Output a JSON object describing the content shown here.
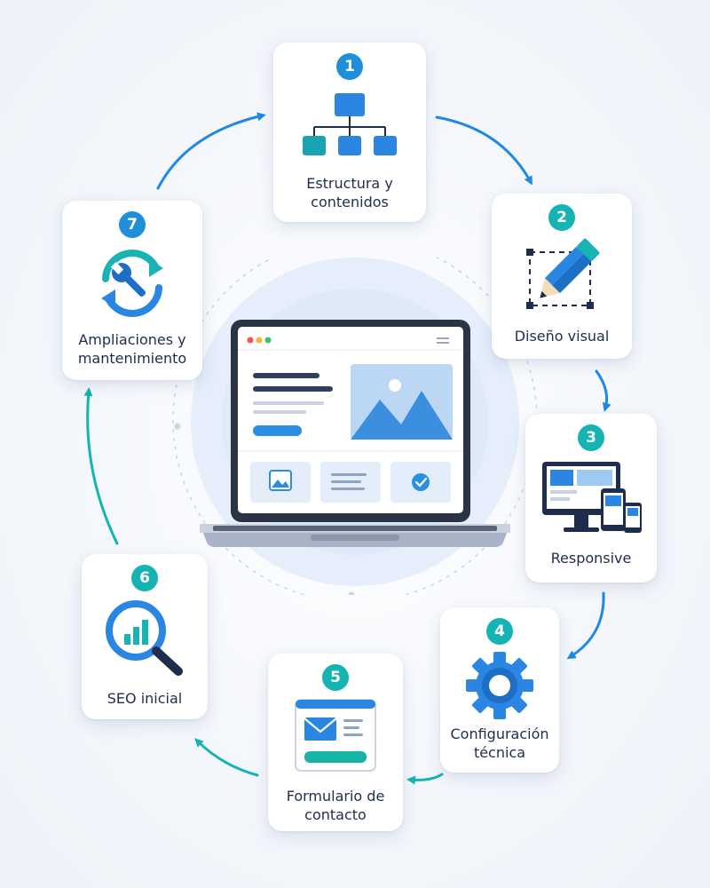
{
  "steps": [
    {
      "number": "1",
      "label": "Estructura y\ncontenidos",
      "icon": "sitemap-icon",
      "badge_color": "#1e8fd8"
    },
    {
      "number": "2",
      "label": "Diseño visual",
      "icon": "pencil-design-icon",
      "badge_color": "#15b3b3"
    },
    {
      "number": "3",
      "label": "Responsive",
      "icon": "devices-icon",
      "badge_color": "#15b3b3"
    },
    {
      "number": "4",
      "label": "Configuración\ntécnica",
      "icon": "gear-icon",
      "badge_color": "#15b3b3"
    },
    {
      "number": "5",
      "label": "Formulario de\ncontacto",
      "icon": "contact-form-icon",
      "badge_color": "#15b3b3"
    },
    {
      "number": "6",
      "label": "SEO inicial",
      "icon": "seo-magnifier-icon",
      "badge_color": "#15b3b3"
    },
    {
      "number": "7",
      "label": "Ampliaciones y\nmantenimiento",
      "icon": "maintenance-cycle-icon",
      "badge_color": "#1e8fd8"
    }
  ],
  "colors": {
    "primary_blue": "#1e88e5",
    "teal": "#15b3b3",
    "text": "#1f2d4d"
  },
  "center_icon": "laptop-website-icon"
}
